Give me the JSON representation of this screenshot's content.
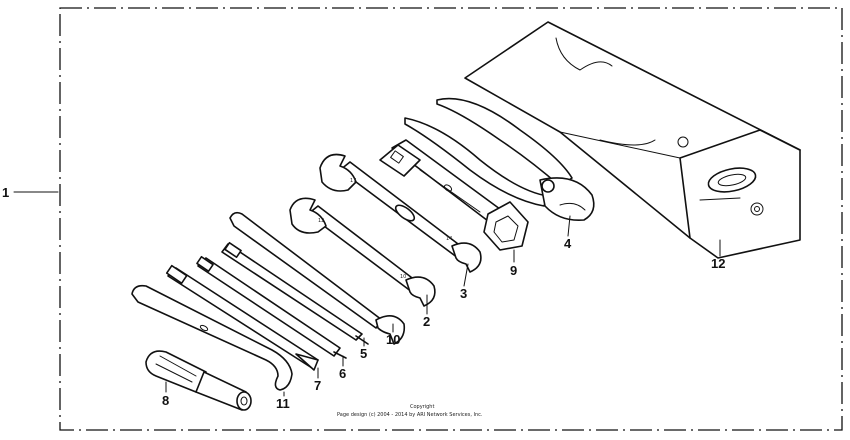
{
  "diagram": {
    "copyright_line1": "Copyright",
    "copyright_line2": "Page design (c) 2004 - 2014 by ARI Network Services, Inc.",
    "callouts": [
      {
        "id": "1",
        "label": "1"
      },
      {
        "id": "2",
        "label": "2"
      },
      {
        "id": "3",
        "label": "3"
      },
      {
        "id": "4",
        "label": "4"
      },
      {
        "id": "5",
        "label": "5"
      },
      {
        "id": "6",
        "label": "6"
      },
      {
        "id": "7",
        "label": "7"
      },
      {
        "id": "8",
        "label": "8"
      },
      {
        "id": "9",
        "label": "9"
      },
      {
        "id": "10",
        "label": "10"
      },
      {
        "id": "11",
        "label": "11"
      },
      {
        "id": "12",
        "label": "12"
      }
    ]
  }
}
